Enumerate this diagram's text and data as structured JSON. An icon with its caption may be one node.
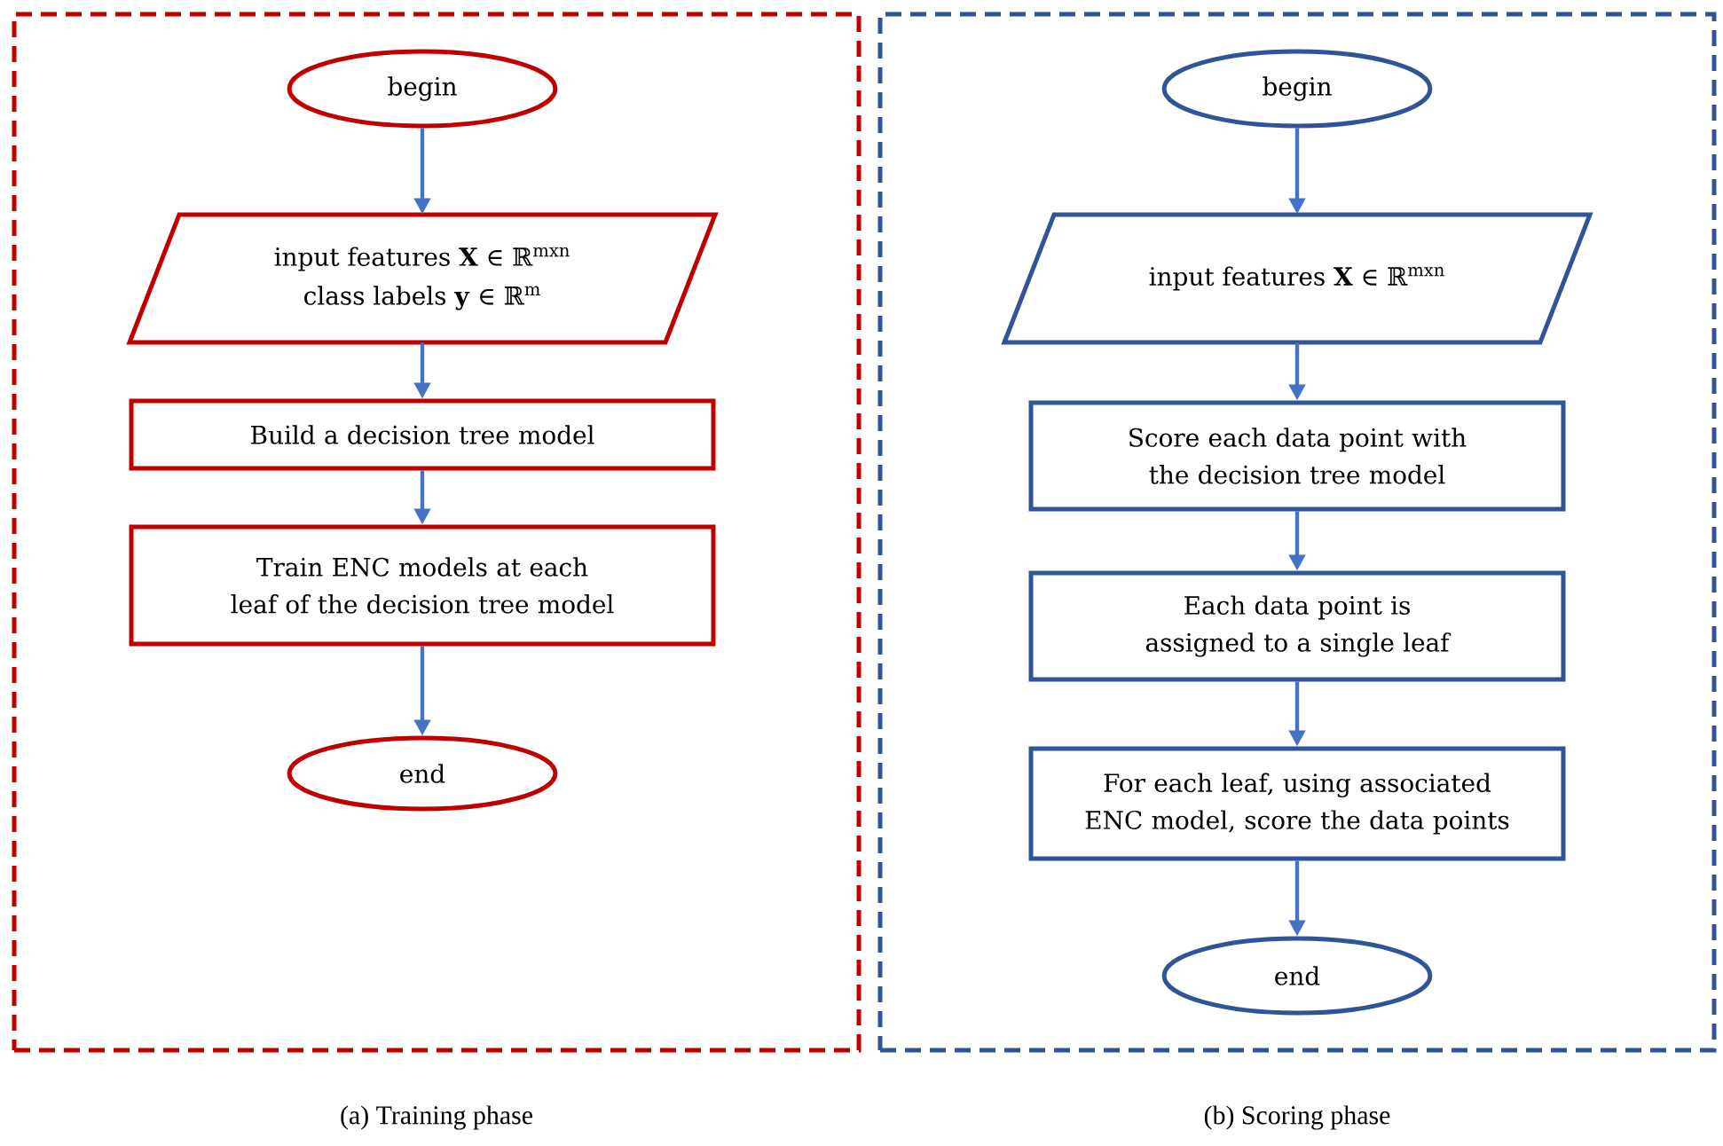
{
  "diagram": {
    "nodes": [
      {
        "text": [
          "(a) Training phase"
        ]
      },
      {
        "text": [
          "begin"
        ],
        "in": 0
      },
      {
        "text": [
          "input features **X** ∈ ℝ$^{mxn}$",
          "class labels **y** ∈ ℝ$^{m}$"
        ],
        "in": 0
      },
      {
        "text": [
          "Build a decision tree model"
        ],
        "in": 0
      },
      {
        "text": [
          "Train ENC models at each leaf of the decision tree model"
        ],
        "in": 0
      },
      {
        "text": [
          "end"
        ],
        "in": 0
      },
      {
        "text": [
          "(b) Scoring phase"
        ]
      },
      {
        "text": [
          "begin"
        ],
        "in": 6
      },
      {
        "text": [
          "input features **X** ∈ ℝ$^{mxn}$"
        ],
        "in": 6
      },
      {
        "text": [
          "Score each data point with the decision tree model"
        ],
        "in": 6
      },
      {
        "text": [
          "Each data point is assigned to a single leaf"
        ],
        "in": 6
      },
      {
        "text": [
          "For each leaf, using associated ENC model, score the data points"
        ],
        "in": 6
      },
      {
        "text": [
          "end"
        ],
        "in": 6
      }
    ],
    "edges": [
      {
        "from": 1,
        "to": 2,
        "arrow": "to"
      },
      {
        "from": 2,
        "to": 3,
        "arrow": "to"
      },
      {
        "from": 3,
        "to": 4,
        "arrow": "to"
      },
      {
        "from": 4,
        "to": 5,
        "arrow": "to"
      },
      {
        "from": 7,
        "to": 8,
        "arrow": "to"
      },
      {
        "from": 8,
        "to": 9,
        "arrow": "to"
      },
      {
        "from": 9,
        "to": 10,
        "arrow": "to"
      },
      {
        "from": 10,
        "to": 11,
        "arrow": "to"
      },
      {
        "from": 11,
        "to": 12,
        "arrow": "to"
      }
    ]
  }
}
